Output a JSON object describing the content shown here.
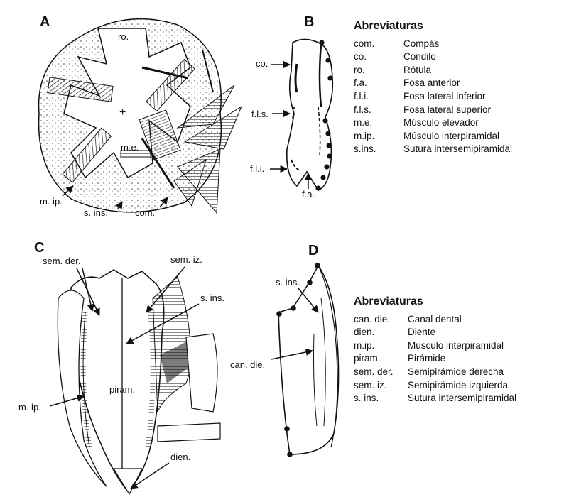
{
  "panels": {
    "a": "A",
    "b": "B",
    "c": "C",
    "d": "D"
  },
  "panel_a_labels": {
    "ro": "ro.",
    "plus": "+",
    "me": "m.e.",
    "mip": "m. ip.",
    "sins": "s. ins.",
    "com": "com."
  },
  "panel_b_labels": {
    "co": "co.",
    "fls": "f.l.s.",
    "fli": "f.l.i.",
    "fa": "f.a."
  },
  "panel_c_labels": {
    "semder": "sem. der.",
    "semiz": "sem. iz.",
    "sins": "s. ins.",
    "piram": "piram.",
    "mip": "m. ip.",
    "dien": "dien."
  },
  "panel_d_labels": {
    "sins": "s. ins.",
    "candie": "can. die."
  },
  "abbrev_top": {
    "title": "Abreviaturas",
    "items": [
      {
        "code": "com.",
        "meaning": "Compás"
      },
      {
        "code": "co.",
        "meaning": "Cóndilo"
      },
      {
        "code": "ro.",
        "meaning": "Rótula"
      },
      {
        "code": "f.a.",
        "meaning": "Fosa anterior"
      },
      {
        "code": "f.l.i.",
        "meaning": "Fosa lateral inferior"
      },
      {
        "code": "f.l.s.",
        "meaning": "Fosa lateral superior"
      },
      {
        "code": "m.e.",
        "meaning": "Músculo elevador"
      },
      {
        "code": "m.ip.",
        "meaning": "Músculo interpiramidal"
      },
      {
        "code": "s.ins.",
        "meaning": "Sutura intersemipiramidal"
      }
    ]
  },
  "abbrev_bottom": {
    "title": "Abreviaturas",
    "items": [
      {
        "code": "can. die.",
        "meaning": "Canal dental"
      },
      {
        "code": "dien.",
        "meaning": "Diente"
      },
      {
        "code": "m.ip.",
        "meaning": "Músculo interpiramidal"
      },
      {
        "code": "piram.",
        "meaning": "Pirámide"
      },
      {
        "code": "sem. der.",
        "meaning": "Semipirámide derecha"
      },
      {
        "code": "sem. iz.",
        "meaning": "Semipirámide izquierda"
      },
      {
        "code": "s. ins.",
        "meaning": "Sutura intersemipiramidal"
      }
    ]
  }
}
